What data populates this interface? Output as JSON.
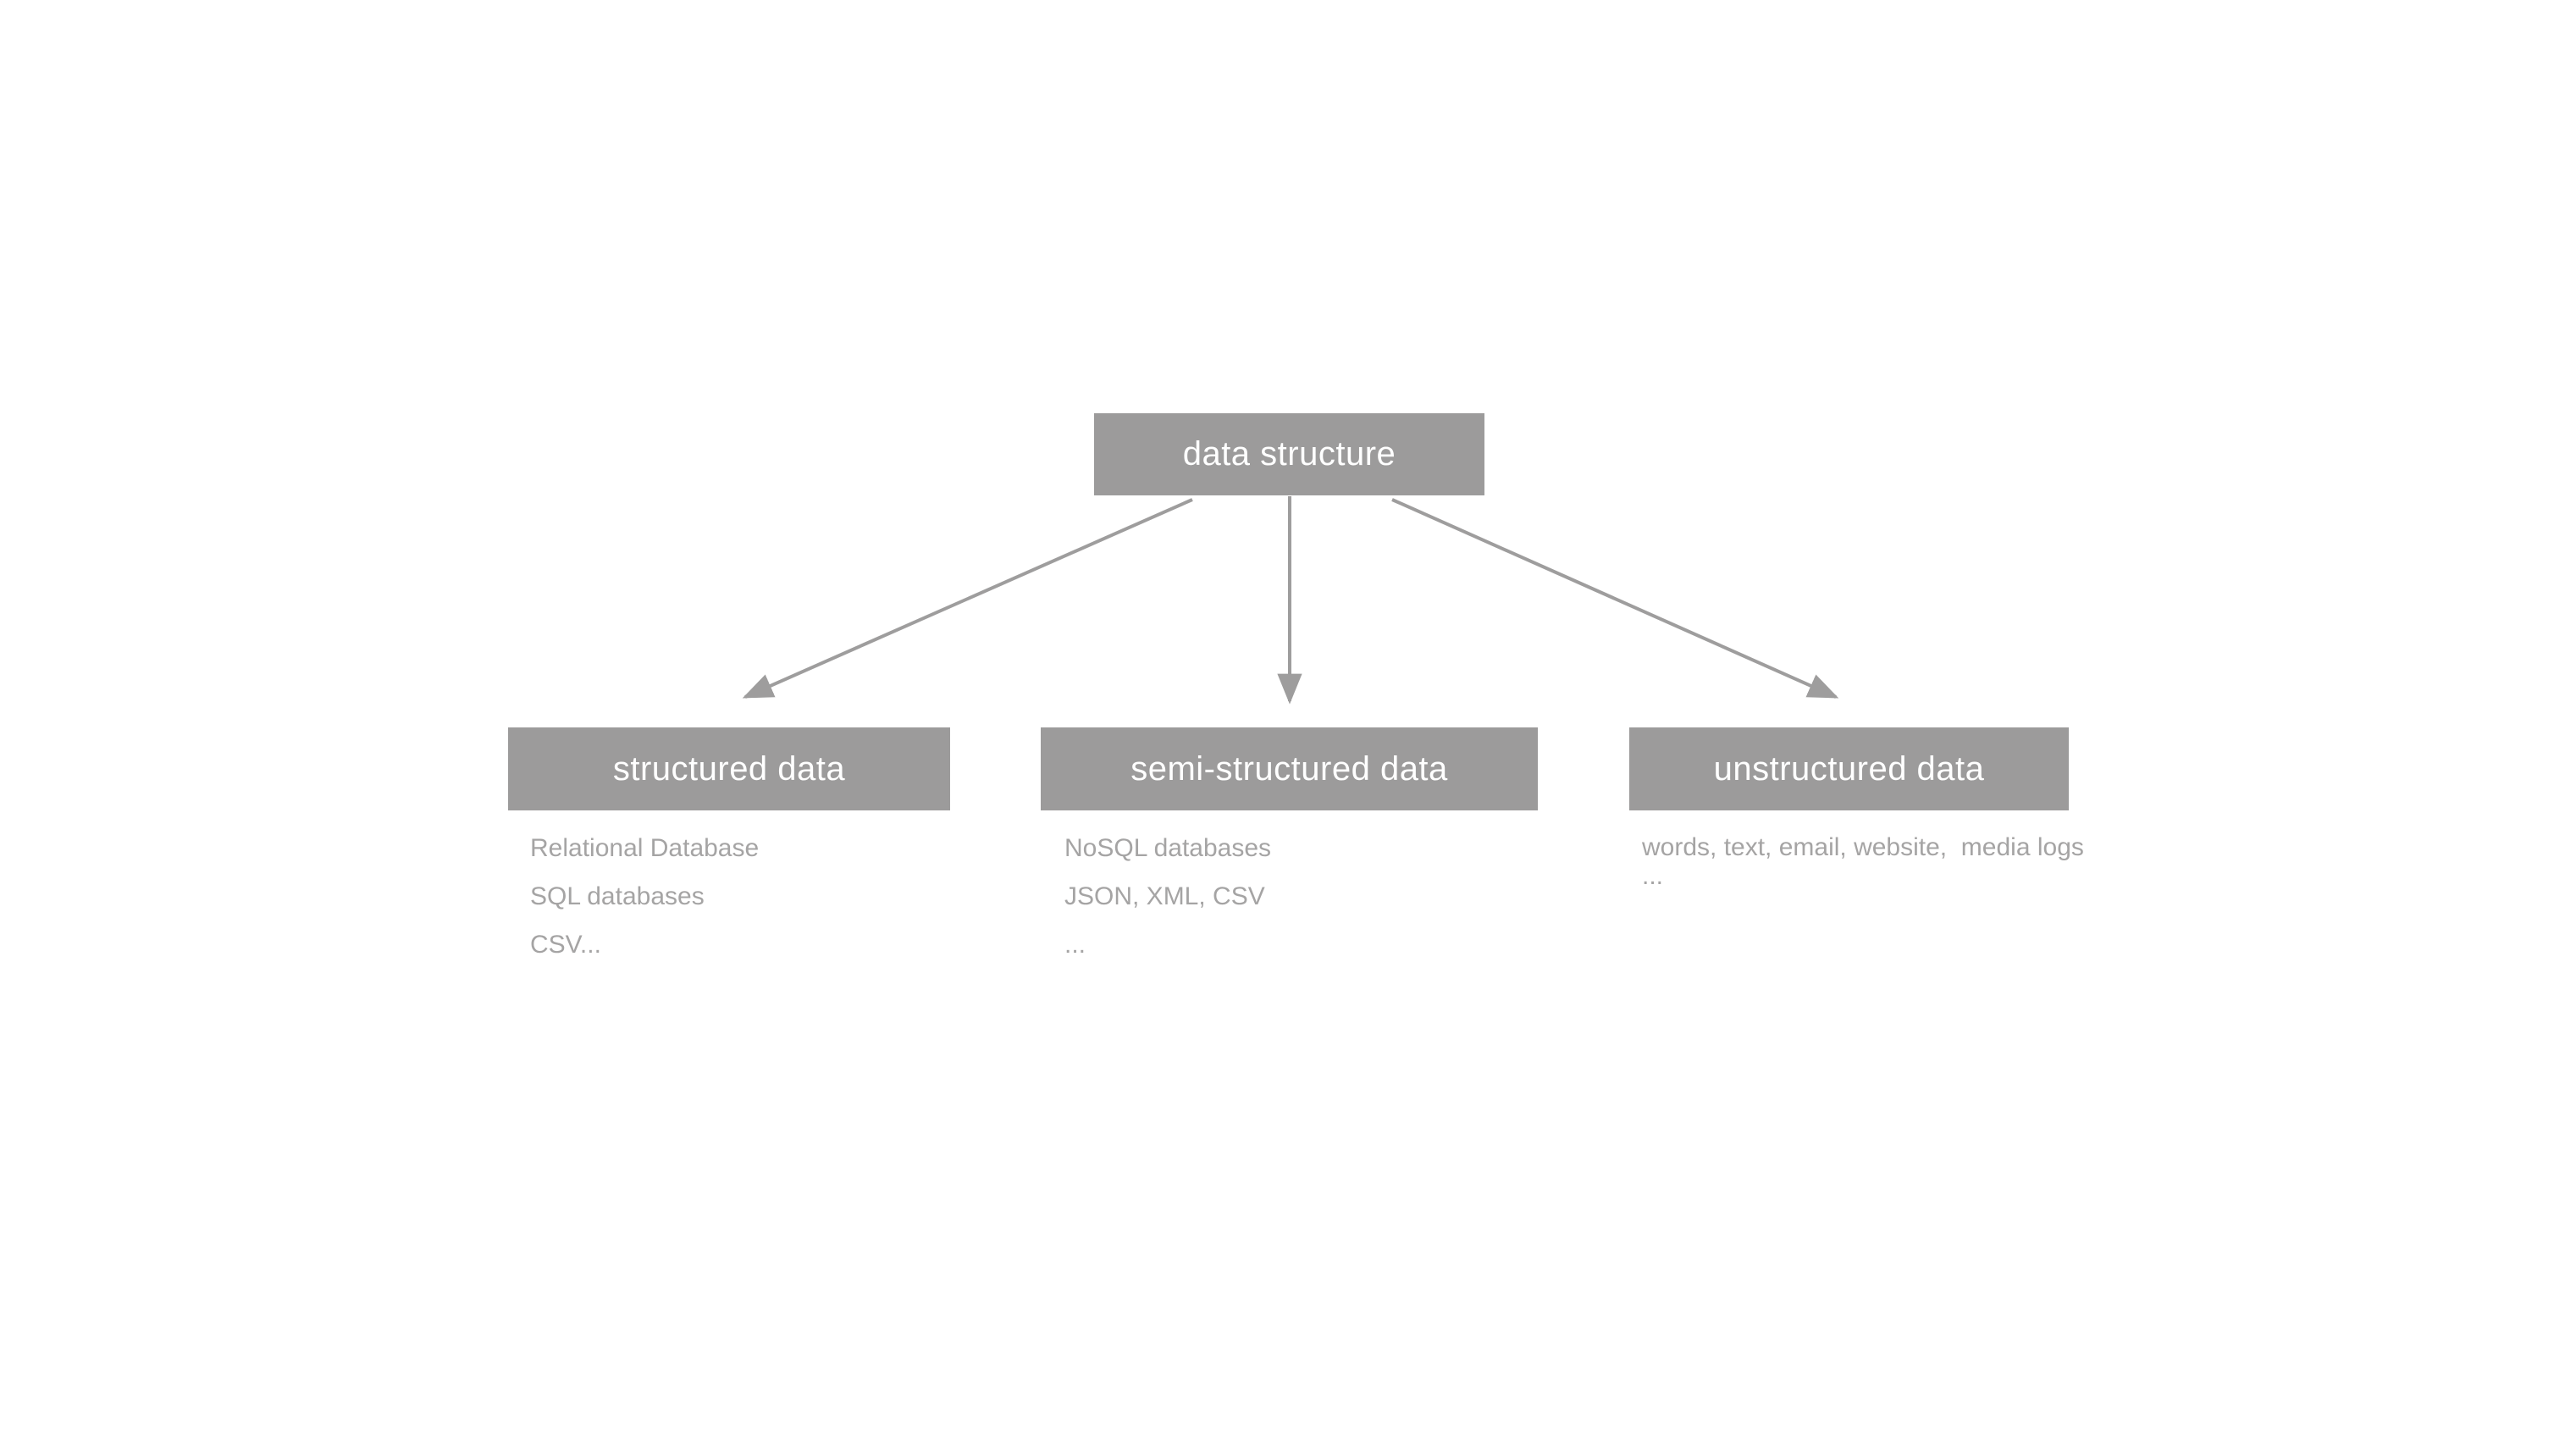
{
  "diagram": {
    "root": {
      "label": "data structure"
    },
    "branches": [
      {
        "label": "structured data",
        "items": [
          "Relational Database",
          "SQL databases",
          "CSV..."
        ]
      },
      {
        "label": "semi-structured data",
        "items": [
          "NoSQL databases",
          "JSON, XML, CSV",
          "..."
        ]
      },
      {
        "label": "unstructured data",
        "items": [
          "words, text, email, website,  media logs",
          "..."
        ]
      }
    ]
  },
  "colors": {
    "box_fill": "#9c9b9b",
    "header_text": "#ffffff",
    "list_text": "#a5a4a4",
    "arrow": "#9e9d9d",
    "background": "#ffffff"
  }
}
